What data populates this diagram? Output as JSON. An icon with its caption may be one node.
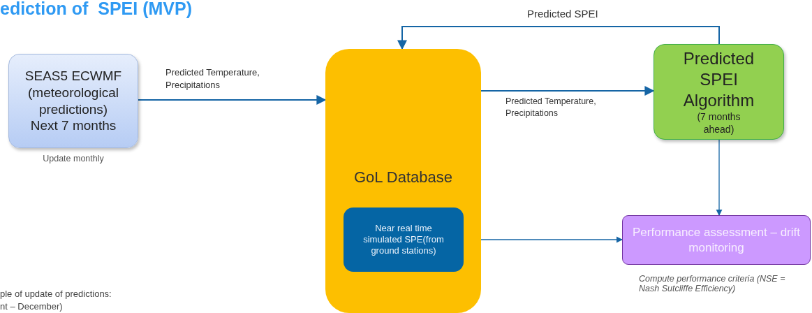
{
  "diagram": {
    "title": "ediction of  SPEI (MVP)",
    "nodes": [
      {
        "text": [
          "SEAS5 ECWMF (meteorological predictions) Next 7 months"
        ],
        "beside": [
          "Update monthly"
        ]
      },
      {
        "text": [
          "GoL Database"
        ]
      },
      {
        "text": [
          "Near real time simulated SPE(from ground stations)"
        ],
        "in": 1
      },
      {
        "text": [
          "Predicted SPEI Algorithm",
          "(7 months ahead)"
        ]
      },
      {
        "text": [
          "Performance assessment – drift monitoring"
        ],
        "beside": [
          "Compute performance criteria (NSE = Nash Sutcliffe Efficiency)"
        ]
      }
    ],
    "edges": [
      {
        "from": 0,
        "to": 1,
        "arrow": "to",
        "label": "Predicted Temperature, Precipitations"
      },
      {
        "from": 1,
        "to": 3,
        "arrow": "to",
        "label": "Predicted Temperature, Precipitations"
      },
      {
        "from": 3,
        "to": 1,
        "arrow": "to",
        "label": "Predicted SPEI"
      },
      {
        "from": 3,
        "to": 4,
        "arrow": "to"
      },
      {
        "from": 2,
        "to": 4,
        "arrow": "to"
      }
    ],
    "labels": [
      "ple of update of predictions:",
      "nt – December)"
    ]
  }
}
